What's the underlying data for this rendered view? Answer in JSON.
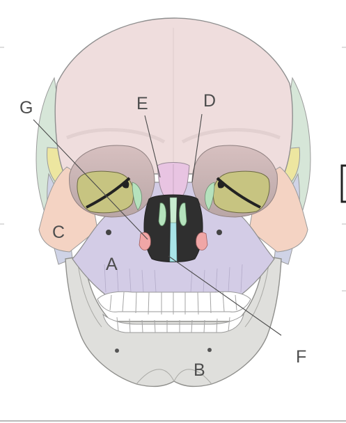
{
  "labels": {
    "a": "A",
    "b": "B",
    "c": "C",
    "d": "D",
    "e": "E",
    "f": "F",
    "g": "G"
  },
  "regions": {
    "cranium": {
      "name": "frontal-bone",
      "color": "#efdddd"
    },
    "parietal": {
      "name": "parietal-bone",
      "color": "#d6e6d8"
    },
    "sphenoid": {
      "name": "sphenoid-bone",
      "color": "#ede6a0"
    },
    "temporal": {
      "name": "temporal-bone",
      "color": "#cfd3e6"
    },
    "zygomatic": {
      "name": "zygomatic-bone",
      "color": "#f4d3c3"
    },
    "maxilla": {
      "name": "maxilla",
      "color": "#d3cce6"
    },
    "nasal": {
      "name": "nasal-bone",
      "color": "#e8c4e2"
    },
    "mandible": {
      "name": "mandible",
      "color": "#dfdfdc"
    },
    "orbit_fill": {
      "name": "orbit-bones",
      "color": "#c7c481"
    },
    "concha": {
      "name": "inferior-nasal-concha",
      "color": "#f0a6a6"
    },
    "ethmoid": {
      "name": "ethmoid-bone",
      "color": "#b5e2bd"
    },
    "vomer": {
      "name": "vomer",
      "color": "#a8e4e8"
    },
    "teeth": {
      "name": "teeth",
      "color": "#ffffff"
    }
  }
}
